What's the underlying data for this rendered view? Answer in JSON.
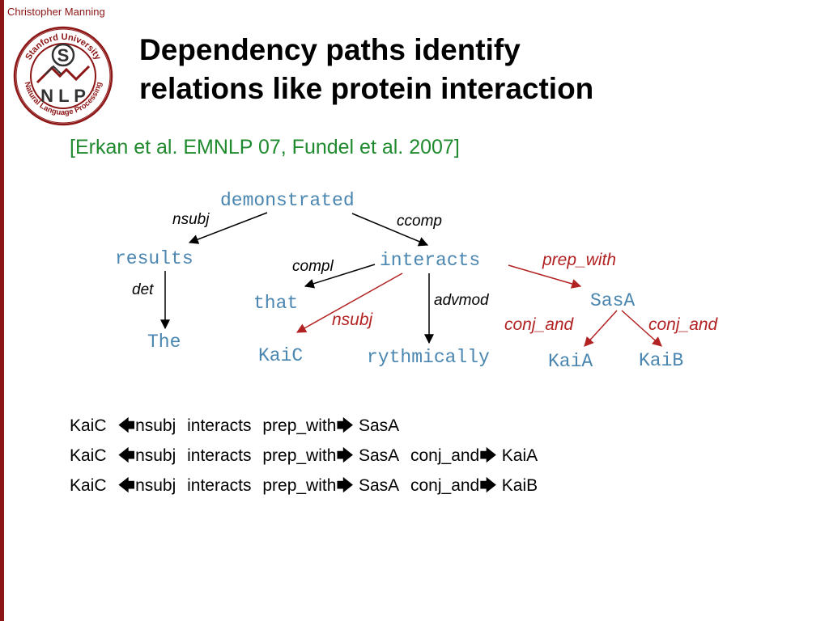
{
  "header": {
    "author": "Christopher Manning",
    "logo": {
      "ring_text_top": "Stanford University",
      "ring_text_bottom": "Natural Language Processing",
      "center_text": "N L P",
      "letter": "S"
    }
  },
  "slide": {
    "title_line1": "Dependency paths identify",
    "title_line2": "relations like protein interaction",
    "citation": "[Erkan et al. EMNLP 07, Fundel et al. 2007]"
  },
  "diagram": {
    "nodes": {
      "demonstrated": "demonstrated",
      "results": "results",
      "interacts": "interacts",
      "the": "The",
      "that": "that",
      "kaic": "KaiC",
      "rythmically": "rythmically",
      "sasa": "SasA",
      "kaia": "KaiA",
      "kaib": "KaiB"
    },
    "edges": {
      "nsubj_top": "nsubj",
      "ccomp": "ccomp",
      "det": "det",
      "compl": "compl",
      "advmod": "advmod",
      "prep_with": "prep_with",
      "nsubj_path": "nsubj",
      "conj_and_left": "conj_and",
      "conj_and_right": "conj_and"
    }
  },
  "paths": [
    {
      "start": "KaiC",
      "rel1": "nsubj",
      "mid": "interacts",
      "rel2": "prep_with",
      "end": "SasA",
      "rel3": "",
      "end2": ""
    },
    {
      "start": "KaiC",
      "rel1": "nsubj",
      "mid": "interacts",
      "rel2": "prep_with",
      "end": "SasA",
      "rel3": "conj_and",
      "end2": "KaiA"
    },
    {
      "start": "KaiC",
      "rel1": "nsubj",
      "mid": "interacts",
      "rel2": "prep_with",
      "end": "SasA",
      "rel3": "conj_and",
      "end2": "KaiB"
    }
  ],
  "colors": {
    "cardinal": "#8c1515",
    "node_blue": "#4a86b0",
    "edge_red": "#b22222",
    "citation_green": "#1f8a2e"
  }
}
